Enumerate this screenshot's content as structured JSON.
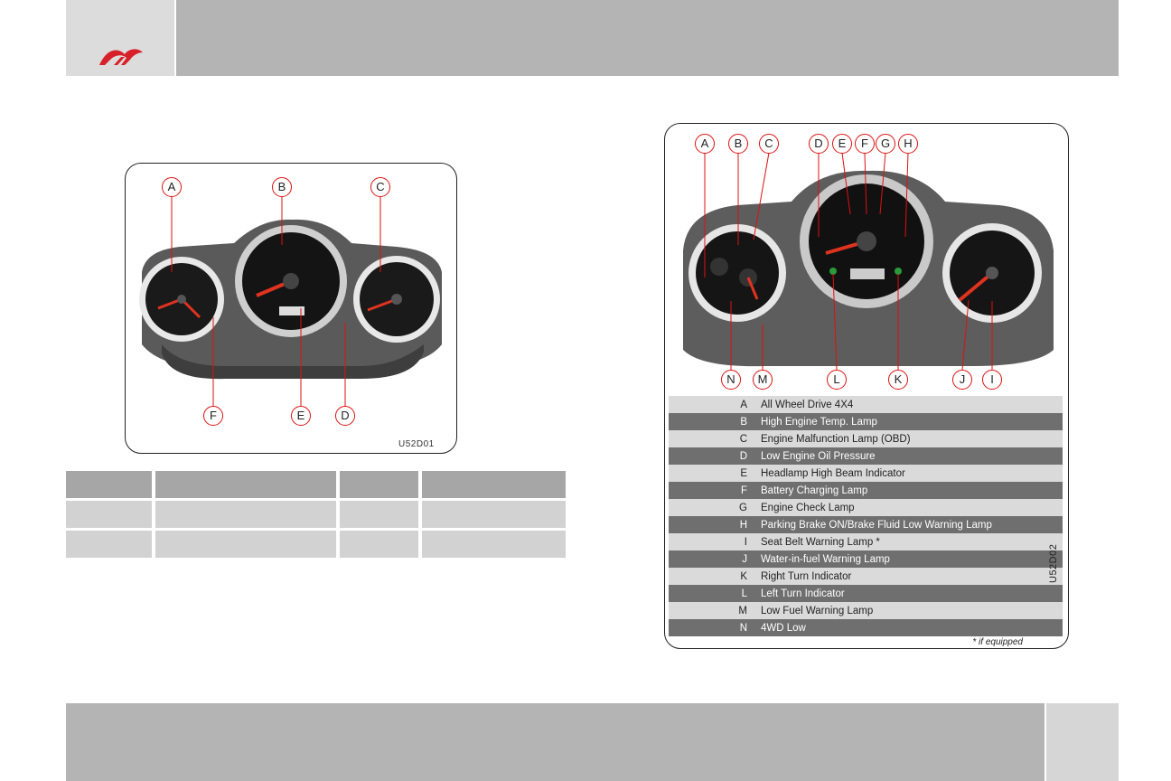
{
  "figure1": {
    "callouts_top": [
      "A",
      "B",
      "C"
    ],
    "callouts_bottom": [
      "F",
      "E",
      "D"
    ],
    "code": "U52D01"
  },
  "figure2": {
    "callouts_top": [
      "A",
      "B",
      "C",
      "D",
      "E",
      "F",
      "G",
      "H"
    ],
    "callouts_bottom": [
      "N",
      "M",
      "L",
      "K",
      "J",
      "I"
    ],
    "code": "U52D02",
    "legend": [
      {
        "key": "A",
        "label": "All Wheel Drive 4X4"
      },
      {
        "key": "B",
        "label": "High Engine Temp. Lamp"
      },
      {
        "key": "C",
        "label": "Engine Malfunction Lamp (OBD)"
      },
      {
        "key": "D",
        "label": "Low Engine Oil Pressure"
      },
      {
        "key": "E",
        "label": "Headlamp High Beam Indicator"
      },
      {
        "key": "F",
        "label": "Battery Charging Lamp"
      },
      {
        "key": "G",
        "label": "Engine Check Lamp"
      },
      {
        "key": "H",
        "label": "Parking Brake ON/Brake Fluid Low Warning Lamp"
      },
      {
        "key": "I",
        "label": "Seat Belt Warning Lamp *"
      },
      {
        "key": "J",
        "label": "Water-in-fuel Warning Lamp"
      },
      {
        "key": "K",
        "label": "Right Turn Indicator"
      },
      {
        "key": "L",
        "label": "Left Turn Indicator"
      },
      {
        "key": "M",
        "label": "Low Fuel Warning Lamp"
      },
      {
        "key": "N",
        "label": "4WD Low"
      }
    ],
    "footnote": "* if equipped"
  },
  "colors": {
    "header": "#b4b4b4",
    "callout_ring": "#dd1111",
    "logo": "#d8202a"
  }
}
